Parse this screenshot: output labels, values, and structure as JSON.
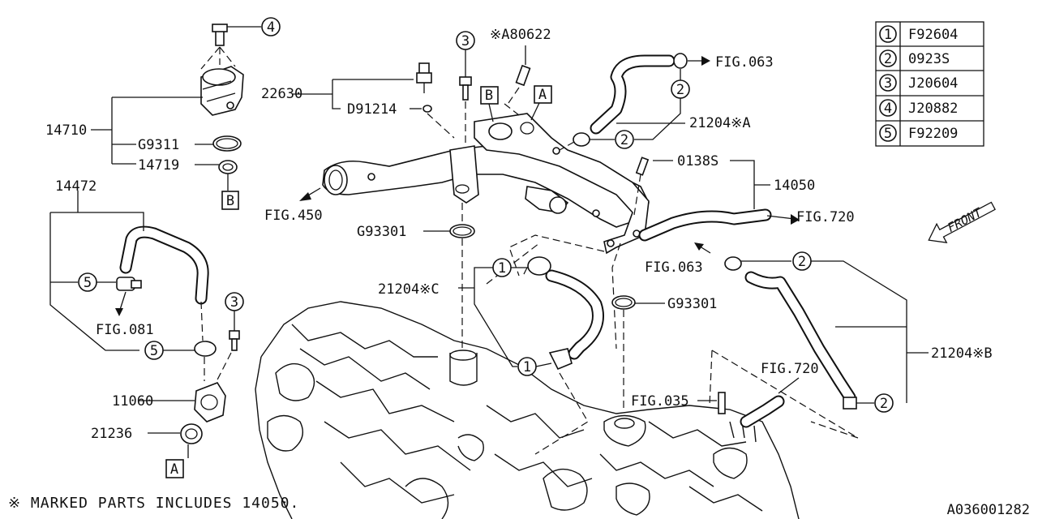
{
  "legend": [
    {
      "num": "1",
      "code": "F92604"
    },
    {
      "num": "2",
      "code": "0923S"
    },
    {
      "num": "3",
      "code": "J20604"
    },
    {
      "num": "4",
      "code": "J20882"
    },
    {
      "num": "5",
      "code": "F92209"
    }
  ],
  "labels": {
    "p14710": "14710",
    "g9311": "G9311",
    "p14719": "14719",
    "p14472": "14472",
    "fig081": "FIG.081",
    "p11060": "11060",
    "p21236": "21236",
    "p22630": "22630",
    "d91214": "D91214",
    "a80622": "※A80622",
    "fig450": "FIG.450",
    "g93301a": "G93301",
    "g93301b": "G93301",
    "p21204c": "21204※C",
    "p21204a": "21204※A",
    "fig063a": "FIG.063",
    "p0138s": "0138S",
    "p14050": "14050",
    "fig720a": "FIG.720",
    "fig063b": "FIG.063",
    "p21204b": "21204※B",
    "fig720b": "FIG.720",
    "fig035": "FIG.035",
    "front": "FRONT"
  },
  "callouts": {
    "c4": "4",
    "c3a": "3",
    "c3b": "3",
    "c5a": "5",
    "c5b": "5",
    "c2a": "2",
    "c2b": "2",
    "c2c": "2",
    "c2d": "2",
    "c1a": "1",
    "c1b": "1",
    "boxA1": "A",
    "boxA2": "A",
    "boxB1": "B",
    "boxB2": "B"
  },
  "footer": {
    "note": "※ MARKED PARTS INCLUDES 14050.",
    "code": "A036001282"
  }
}
